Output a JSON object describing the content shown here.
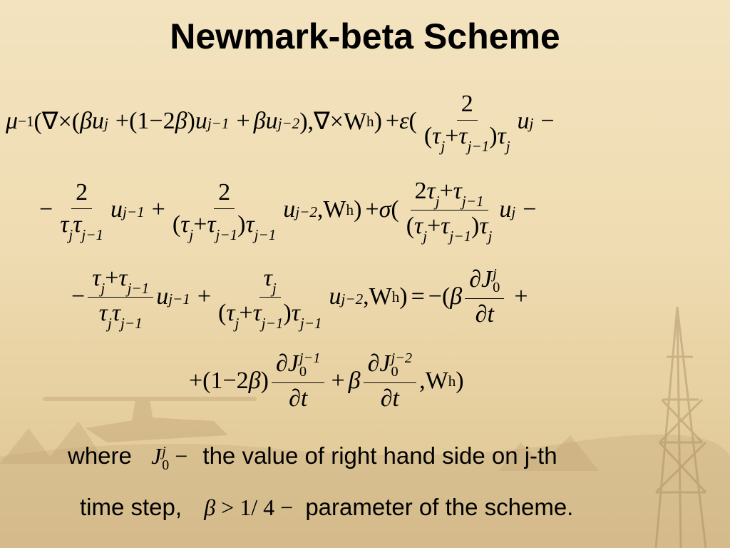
{
  "slide": {
    "title": "Newmark-beta Scheme",
    "notes": {
      "where": "where",
      "desc1": "the value of right hand side on j-th",
      "time_step": "time step,",
      "desc2": "parameter of the scheme.",
      "beta_condition": "β > 1/ 4 −"
    },
    "equation": {
      "line1": "μ^{-1}(∇×(βu_j + (1−2β)u_{j−1} + βu_{j−2}), ∇×W^h) + ε( 2/((τ_j+τ_{j−1})τ_j) u_j −",
      "line2": "− 2/(τ_jτ_{j−1}) u_{j−1} + 2/((τ_j+τ_{j−1})τ_{j−1}) u_{j−2}, W^h) + σ( (2τ_j+τ_{j−1})/((τ_j+τ_{j−1})τ_j) u_j −",
      "line3": "− (τ_j+τ_{j−1})/(τ_jτ_{j−1}) u_{j−1} + τ_j/((τ_j+τ_{j−1})τ_{j−1}) u_{j−2}, W^h) = −(β ∂J_0^j/∂t +",
      "line4": "+ (1−2β) ∂J_0^{j−1}/∂t + β ∂J_0^{j−2}/∂t , W^h)"
    }
  }
}
